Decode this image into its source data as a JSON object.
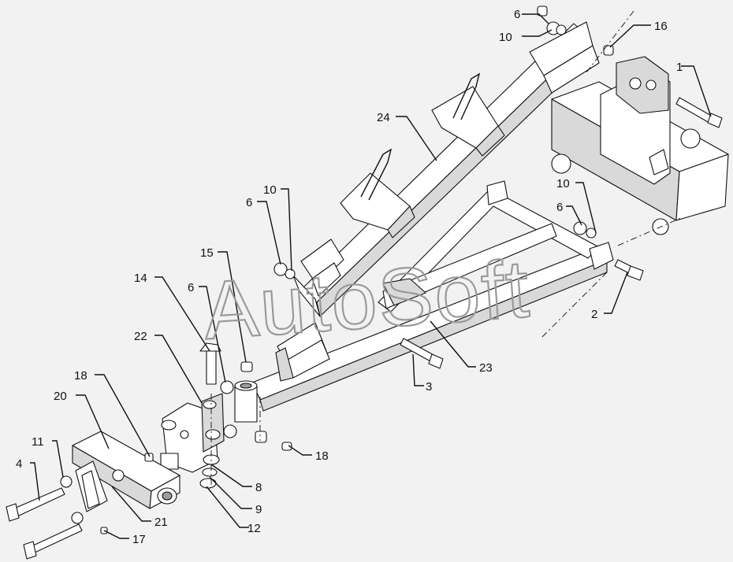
{
  "watermark": "AutoSoft",
  "callouts": [
    "1",
    "2",
    "3",
    "4",
    "6",
    "6",
    "6",
    "6",
    "8",
    "9",
    "10",
    "10",
    "10",
    "11",
    "12",
    "14",
    "15",
    "16",
    "17",
    "18",
    "18",
    "20",
    "21",
    "22",
    "23",
    "24"
  ]
}
